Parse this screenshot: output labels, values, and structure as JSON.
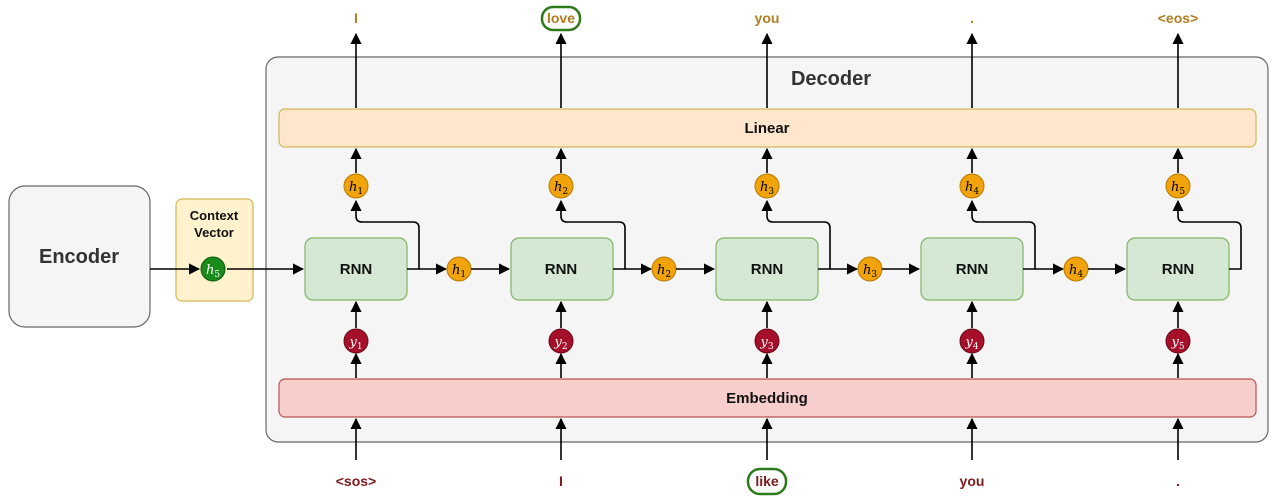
{
  "encoder": {
    "label": "Encoder"
  },
  "context": {
    "line1": "Context",
    "line2": "Vector",
    "state": {
      "symbol": "h",
      "index": "5"
    }
  },
  "decoder": {
    "label": "Decoder"
  },
  "layers": {
    "linear": "Linear",
    "embedding": "Embedding",
    "rnn": "RNN"
  },
  "outputs": [
    "I",
    "love",
    "you",
    ".",
    "<eos>"
  ],
  "inputs": [
    "<sos>",
    "I",
    "like",
    "you",
    "."
  ],
  "hidden_states": [
    {
      "symbol": "h",
      "index": "1"
    },
    {
      "symbol": "h",
      "index": "2"
    },
    {
      "symbol": "h",
      "index": "3"
    },
    {
      "symbol": "h",
      "index": "4"
    },
    {
      "symbol": "h",
      "index": "5"
    }
  ],
  "recurrent_states": [
    {
      "symbol": "h",
      "index": "1"
    },
    {
      "symbol": "h",
      "index": "2"
    },
    {
      "symbol": "h",
      "index": "3"
    },
    {
      "symbol": "h",
      "index": "4"
    }
  ],
  "embeddings": [
    {
      "symbol": "y",
      "index": "1"
    },
    {
      "symbol": "y",
      "index": "2"
    },
    {
      "symbol": "y",
      "index": "3"
    },
    {
      "symbol": "y",
      "index": "4"
    },
    {
      "symbol": "y",
      "index": "5"
    }
  ],
  "highlighted_output_index": 1,
  "highlighted_input_index": 2,
  "colors": {
    "hidden_node": "#f0a30a",
    "context_node": "#1a8a1a",
    "embedding_node": "#a50f2a",
    "rnn_fill": "#d5e8d4",
    "rnn_stroke": "#82b366",
    "linear_fill": "#ffe6cc",
    "linear_stroke": "#d6b656",
    "embedding_fill": "#f8cecc",
    "embedding_stroke": "#b85450",
    "decoder_fill": "#f5f5f5",
    "context_fill": "#fff2cc",
    "highlight_ring": "#2d7a1a"
  }
}
